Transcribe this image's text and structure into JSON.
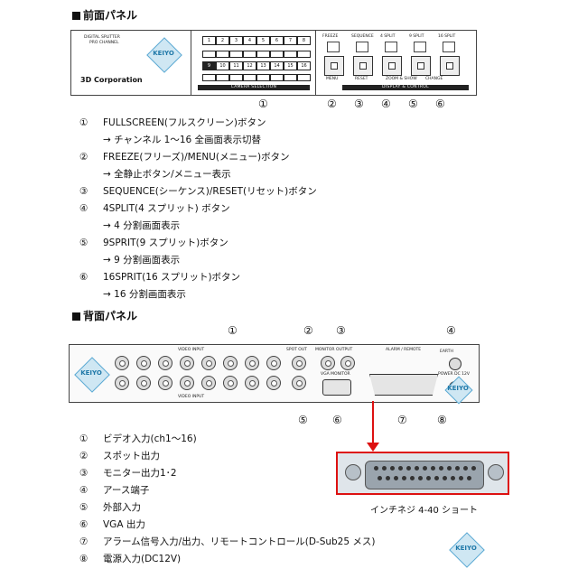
{
  "front_section": {
    "title": "前面パネル"
  },
  "front_panel": {
    "brand_line1": "DIGITAL SPLITTER",
    "brand_line2": "PRO CHANNEL",
    "company": "3D Corporation",
    "logo_text": "KEIYO",
    "camera_buttons_row1": [
      "1",
      "2",
      "3",
      "4",
      "5",
      "6",
      "7",
      "8"
    ],
    "camera_buttons_row2": [
      "9",
      "10",
      "11",
      "12",
      "13",
      "14",
      "15",
      "16"
    ],
    "camera_bar": "CAMERA SELECTION",
    "top_labels": [
      "FREEZE",
      "SEQUENCE",
      "4 SPLIT",
      "9 SPLIT",
      "16 SPLIT"
    ],
    "bottom_labels": [
      "MENU",
      "RESET",
      "ZOOM & SHOW",
      "CHANGE"
    ],
    "display_bar": "DISPLAY & CONTROL"
  },
  "front_callouts": [
    "①",
    "②",
    "③",
    "④",
    "⑤",
    "⑥"
  ],
  "front_items": [
    {
      "num": "①",
      "text": "FULLSCREEN(フルスクリーン)ボタン",
      "sub": "→ チャンネル 1～16 全画面表示切替"
    },
    {
      "num": "②",
      "text": "FREEZE(フリーズ)/MENU(メニュー)ボタン",
      "sub": "→ 全静止ボタン/メニュー表示"
    },
    {
      "num": "③",
      "text": "SEQUENCE(シーケンス)/RESET(リセット)ボタン",
      "sub": ""
    },
    {
      "num": "④",
      "text": "4SPLIT(4 スプリット) ボタン",
      "sub": "→ 4 分割画面表示"
    },
    {
      "num": "⑤",
      "text": "9SPRIT(9 スプリット)ボタン",
      "sub": "→ 9 分割画面表示"
    },
    {
      "num": "⑥",
      "text": "16SPRIT(16 スプリット)ボタン",
      "sub": "→ 16 分割画面表示"
    }
  ],
  "rear_section": {
    "title": "背面パネル"
  },
  "rear_panel": {
    "logo_text": "KEIYO",
    "video_input_top": "VIDEO INPUT",
    "video_input_bottom": "VIDEO INPUT",
    "spot_label": "SPOT OUT",
    "monitor_label": "MONITOR OUTPUT",
    "vga_label": "VGA MONITOR",
    "alarm_label": "ALARM / REMOTE",
    "earth_label": "EARTH",
    "power_label": "POWER DC 12V"
  },
  "rear_callouts_top": [
    "①",
    "②",
    "③",
    "④"
  ],
  "rear_callouts_bottom": [
    "⑤",
    "⑥",
    "⑦",
    "⑧"
  ],
  "rear_items": [
    {
      "num": "①",
      "text": "ビデオ入力(ch1～16)"
    },
    {
      "num": "②",
      "text": "スポット出力"
    },
    {
      "num": "③",
      "text": "モニター出力1･2"
    },
    {
      "num": "④",
      "text": "アース端子"
    },
    {
      "num": "⑤",
      "text": "外部入力"
    },
    {
      "num": "⑥",
      "text": "VGA 出力"
    },
    {
      "num": "⑦",
      "text": "アラーム信号入力/出力、リモートコントロール(D-Sub25 メス)"
    },
    {
      "num": "⑧",
      "text": "電源入力(DC12V)"
    }
  ],
  "connector_caption": "インチネジ 4-40 ショート",
  "bottom_logo": "KEIYO",
  "colors": {
    "accent": "#d11111",
    "logo_blue": "#1f78a8"
  }
}
